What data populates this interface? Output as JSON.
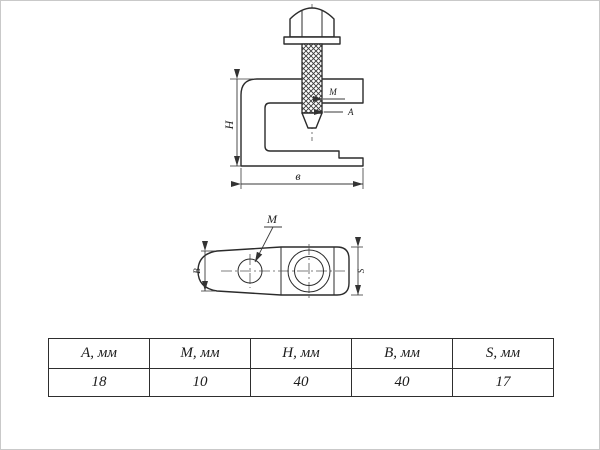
{
  "drawing": {
    "front_view": {
      "dim_h": "H",
      "dim_b": "в",
      "dim_m": "M",
      "dim_a": "A"
    },
    "top_view": {
      "dim_m": "M",
      "dim_b": "В",
      "dim_s": "S"
    }
  },
  "table": {
    "columns": [
      {
        "label": "А,  мм",
        "value": "18"
      },
      {
        "label": "М,  мм",
        "value": "10"
      },
      {
        "label": "Н,  мм",
        "value": "40"
      },
      {
        "label": "В,  мм",
        "value": "40"
      },
      {
        "label": "S,  мм",
        "value": "17"
      }
    ]
  },
  "colors": {
    "line": "#2b2b2b",
    "background": "#ffffff",
    "page_border": "#c9c9c9"
  }
}
